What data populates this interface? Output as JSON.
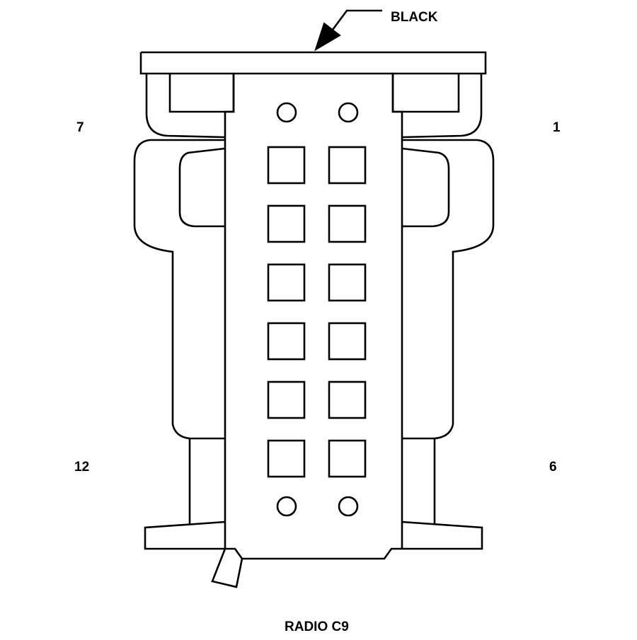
{
  "diagram": {
    "color_label": "BLACK",
    "title": "RADIO C9",
    "pin_labels": {
      "top_left": "7",
      "top_right": "1",
      "bottom_left": "12",
      "bottom_right": "6"
    },
    "cavity_rows": 6,
    "cavity_columns": 2,
    "cavity_count": 12,
    "stroke_color": "#000000",
    "background_color": "#ffffff"
  }
}
